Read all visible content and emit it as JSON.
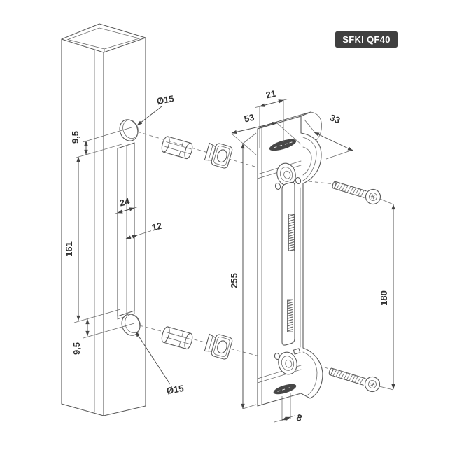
{
  "badge": {
    "label": "SFKI QF40"
  },
  "drawing": {
    "type": "isometric technical drawing",
    "colors": {
      "line": "#5a5a5a",
      "dimension_text": "#303030",
      "badge_bg": "#3f3f3f",
      "badge_text": "#ffffff"
    }
  },
  "dimensions": {
    "hole_top_diameter": "Ø15",
    "hole_top_offset": "9,5",
    "slot_outer_width": "24",
    "slot_inner_width": "12",
    "slot_length": "161",
    "hole_bottom_offset": "9,5",
    "hole_bottom_diameter": "Ø15",
    "plate_width": "53",
    "plate_rib_width": "21",
    "plate_side_depth": "33",
    "plate_height": "255",
    "screw_spacing": "180",
    "plate_foot_depth": "8"
  }
}
